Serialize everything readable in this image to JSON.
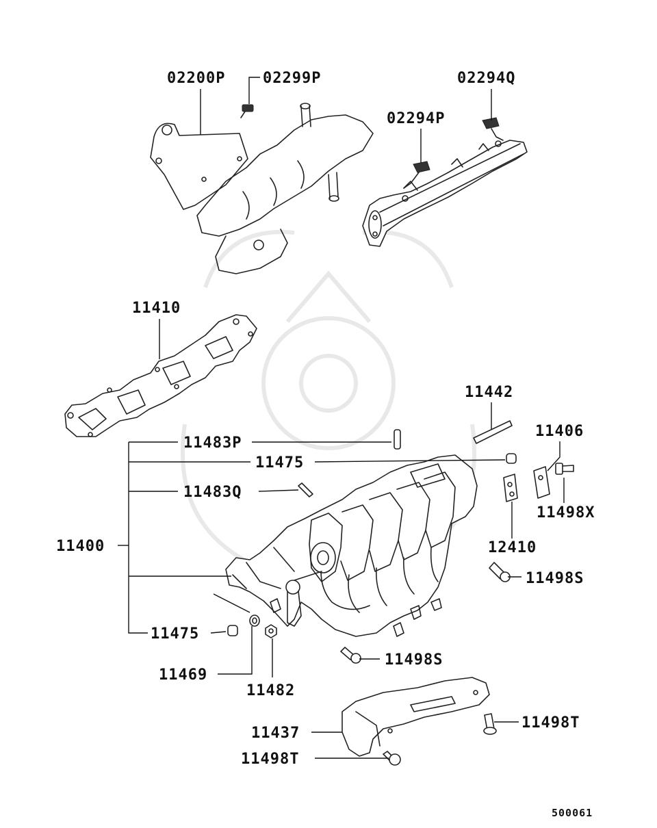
{
  "diagram": {
    "labels": {
      "p02200P": "02200P",
      "p02299P": "02299P",
      "p02294Q": "02294Q",
      "p02294P": "02294P",
      "p11410": "11410",
      "p11442": "11442",
      "p11406": "11406",
      "p11483P": "11483P",
      "p11475a": "11475",
      "p11483Q": "11483Q",
      "p11498X": "11498X",
      "p11400": "11400",
      "p12410": "12410",
      "p11498Sa": "11498S",
      "p11475b": "11475",
      "p11498Sb": "11498S",
      "p11469": "11469",
      "p11482": "11482",
      "p11437": "11437",
      "p11498Ta": "11498T",
      "p11498Tb": "11498T"
    },
    "footer_code": "500061"
  }
}
